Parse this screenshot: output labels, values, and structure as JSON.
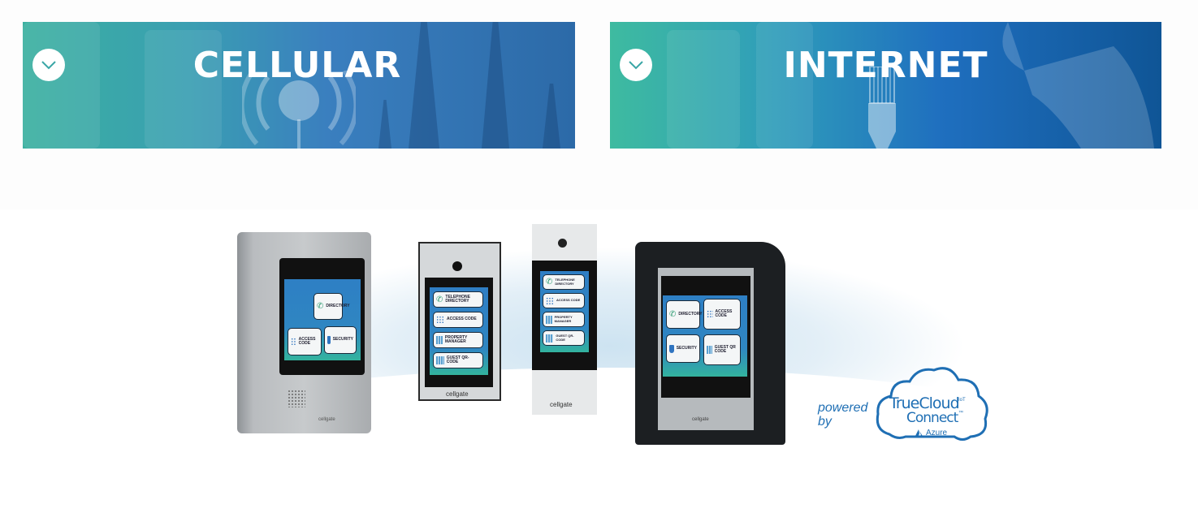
{
  "banners": [
    {
      "id": "cellular",
      "title": "CELLULAR",
      "icon": "chevron-down-icon"
    },
    {
      "id": "internet",
      "title": "INTERNET",
      "icon": "chevron-down-icon"
    }
  ],
  "products": [
    {
      "model": "surface-mount",
      "screen_buttons": [
        "DIRECTORY",
        "ACCESS CODE",
        "SECURITY"
      ],
      "brand": "cellgate"
    },
    {
      "model": "narrow-silver",
      "screen_buttons": [
        "TELEPHONE DIRECTORY",
        "ACCESS CODE",
        "PROPERTY MANAGER",
        "GUEST QR-CODE"
      ],
      "brand": "cellgate"
    },
    {
      "model": "tall-black",
      "screen_buttons": [
        "TELEPHONE DIRECTORY",
        "ACCESS CODE",
        "PROPERTY MANAGER",
        "GUEST QR-CODE"
      ],
      "brand": "cellgate"
    },
    {
      "model": "hooded",
      "screen_buttons": [
        "DIRECTORY",
        "ACCESS CODE",
        "SECURITY",
        "GUEST QR CODE"
      ],
      "brand": "cellgate"
    }
  ],
  "powered_by": {
    "line1": "powered",
    "line2": "by",
    "brand_line1": "TrueCloud",
    "brand_sup": "IoT",
    "brand_line2": "Connect",
    "brand_tm": "™",
    "partner": "Azure"
  },
  "colors": {
    "brand_blue": "#1f6fb4",
    "teal": "#3bb0a0",
    "deep_blue": "#0f5596"
  }
}
